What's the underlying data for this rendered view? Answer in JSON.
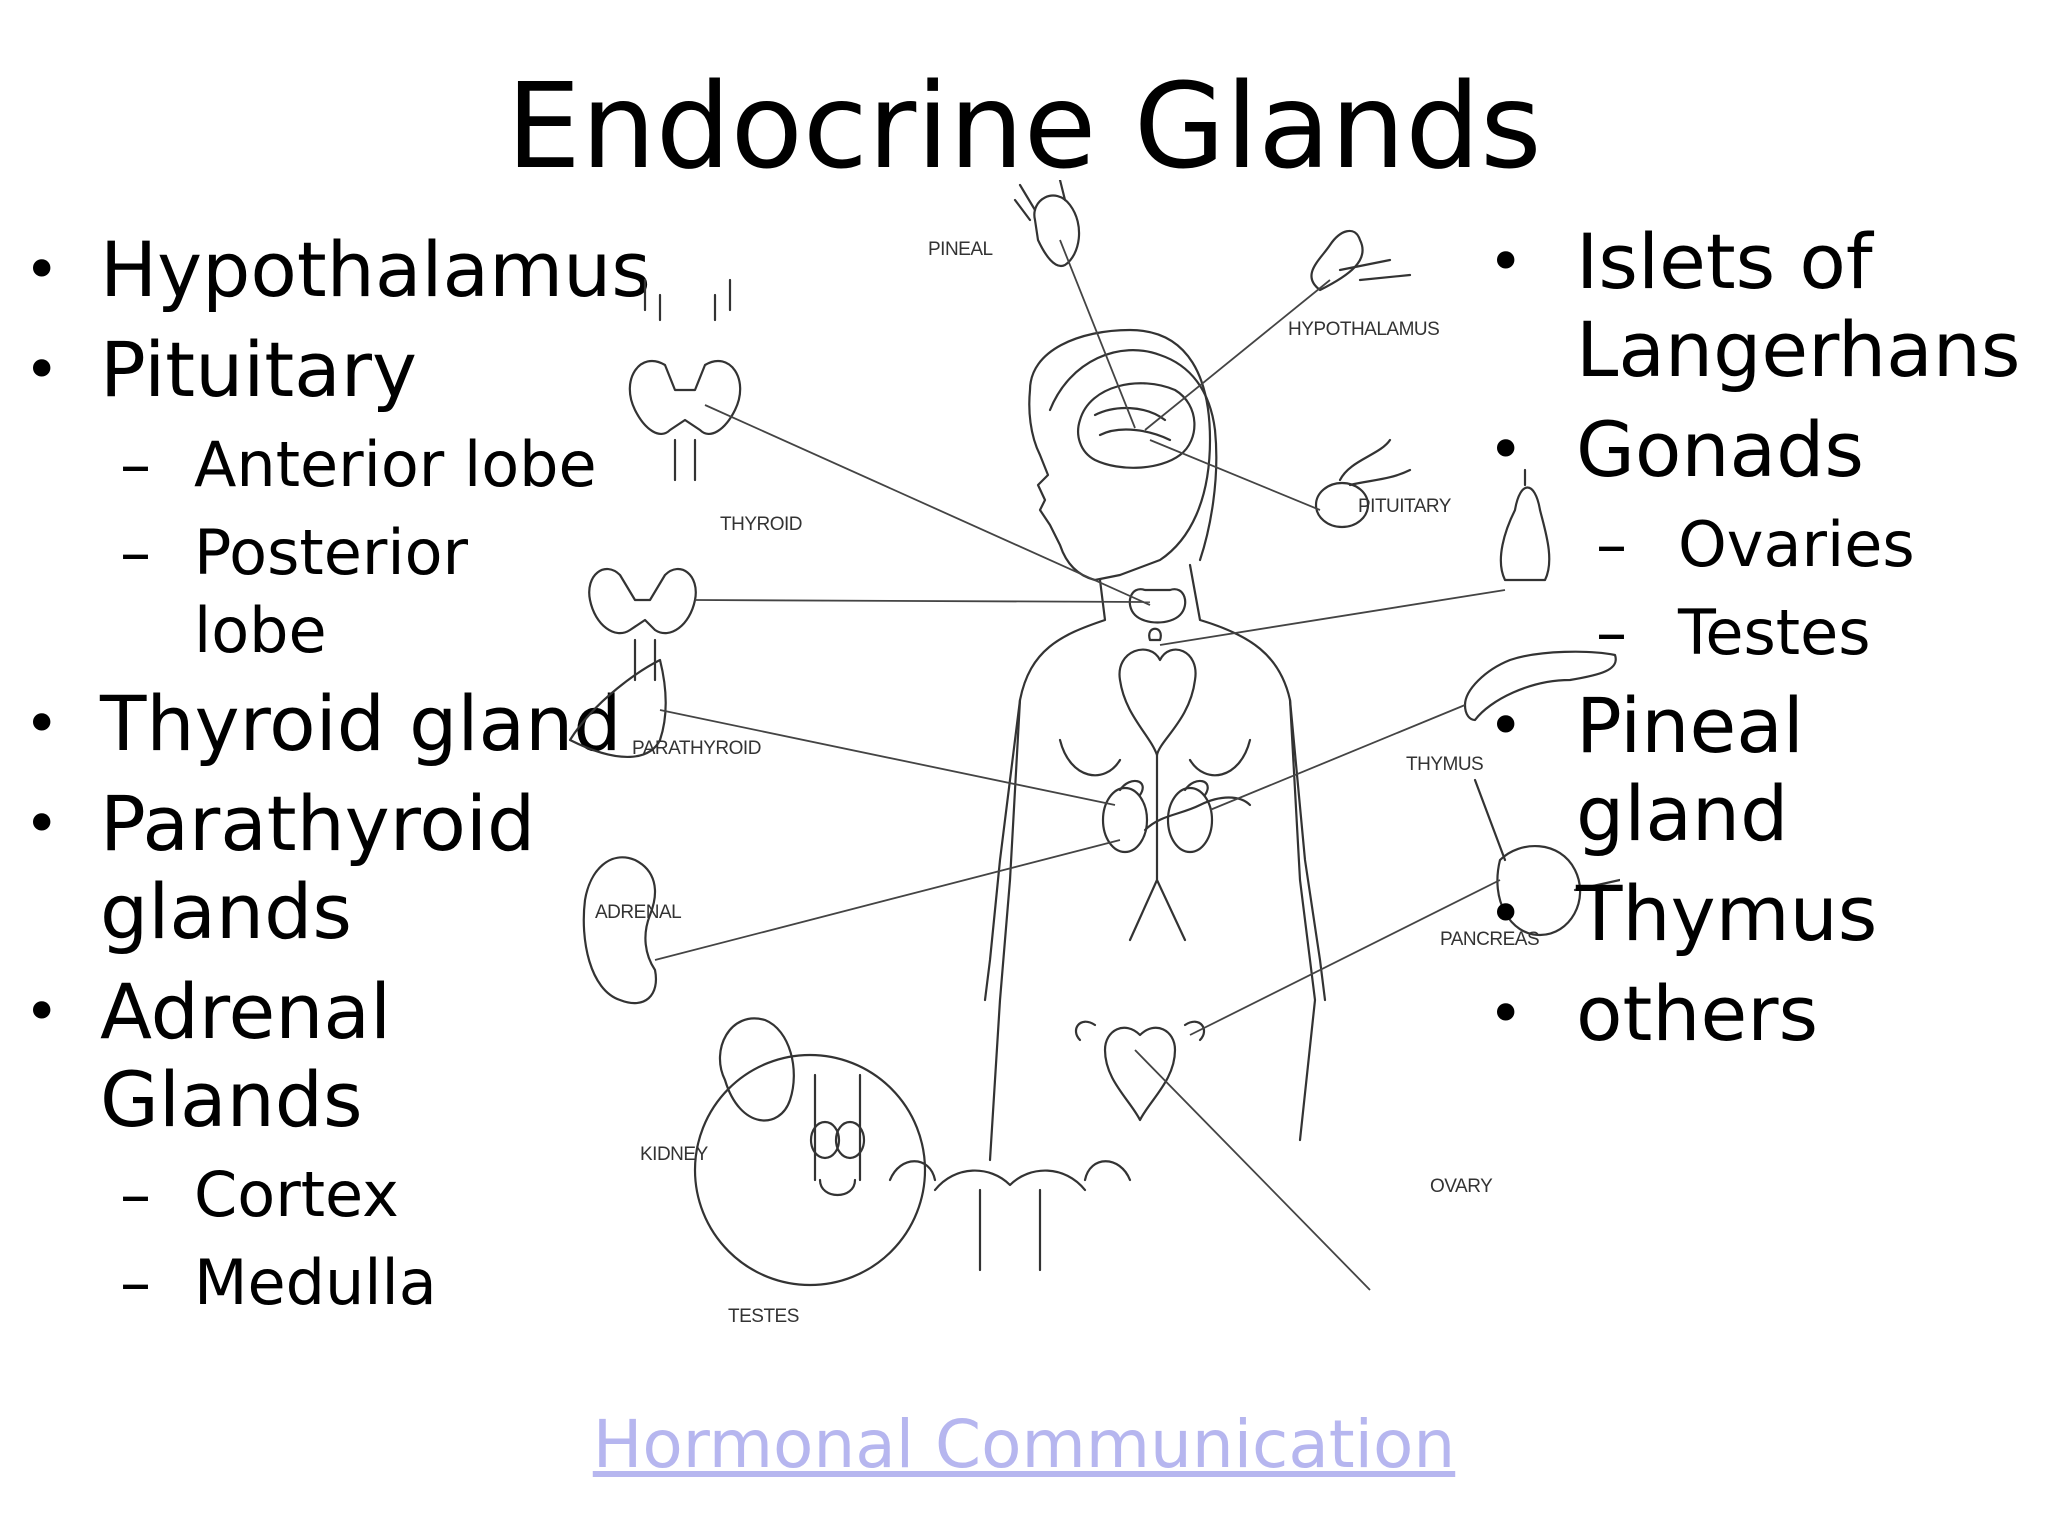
{
  "title": "Endocrine Glands",
  "left_list": [
    {
      "text": "Hypothalamus",
      "level": 1
    },
    {
      "text": "Pituitary",
      "level": 1
    },
    {
      "text": "Anterior lobe",
      "level": 2
    },
    {
      "text": "Posterior lobe",
      "level": 2
    },
    {
      "text": "Thyroid gland",
      "level": 1
    },
    {
      "text": "Parathyroid glands",
      "level": 1
    },
    {
      "text": "Adrenal Glands",
      "level": 1
    },
    {
      "text": "Cortex",
      "level": 2
    },
    {
      "text": "Medulla",
      "level": 2
    }
  ],
  "right_list": [
    {
      "text": "Islets of Langerhans",
      "level": 1
    },
    {
      "text": "Gonads",
      "level": 1
    },
    {
      "text": "Ovaries",
      "level": 2
    },
    {
      "text": "Testes",
      "level": 2
    },
    {
      "text": "Pineal gland",
      "level": 1
    },
    {
      "text": "Thymus",
      "level": 1
    },
    {
      "text": "others",
      "level": 1
    }
  ],
  "diagram_labels": {
    "pineal": "PINEAL",
    "hypothalamus": "HYPOTHALAMUS",
    "thyroid": "THYROID",
    "pituitary": "PITUITARY",
    "parathyroid": "PARATHYROID",
    "thymus": "THYMUS",
    "adrenal": "ADRENAL",
    "pancreas": "PANCREAS",
    "kidney": "KIDNEY",
    "ovary": "OVARY",
    "testes": "TESTES"
  },
  "footer_link": "Hormonal Communication",
  "colors": {
    "link": "#b6b6ef",
    "text": "#000000",
    "drawing": "#333333"
  }
}
